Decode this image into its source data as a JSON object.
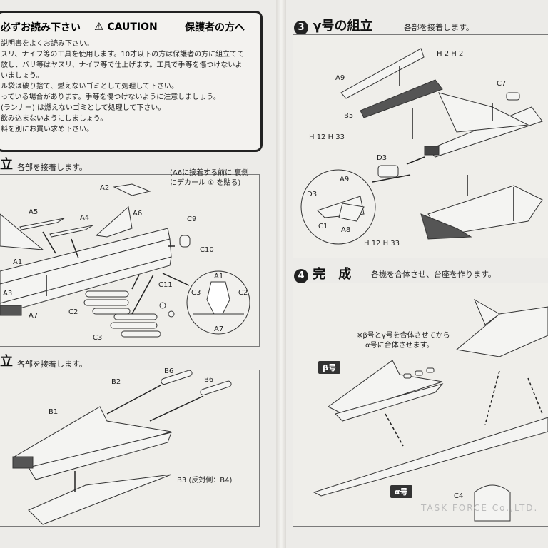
{
  "caution": {
    "heading_left": "必ずお読み下さい",
    "heading_center": "CAUTION",
    "heading_right": "保護者の方へ",
    "lines": [
      "説明書をよくお読み下さい。",
      "スリ、ナイフ等の工具を使用します。10才以下の方は保護者の方に組立てて",
      "放し、バリ等はヤスリ、ナイフ等で仕上げます。工具で手等を傷つけないよ",
      "いましょう。",
      "ル袋は破り捨て、燃えないゴミとして処理して下さい。",
      "っている場合があります。手等を傷つけないように注意しましょう。",
      "(ランナー) は燃えないゴミとして処理して下さい。",
      "飲み込まないようにしましょう。",
      "料を別にお買い求め下さい。"
    ]
  },
  "step1": {
    "title": "立",
    "subtitle": "各部を接着します。",
    "note": "(A6に接着する前に 裏側にデカール ① を貼る)",
    "labels": [
      "A2",
      "A5",
      "A4",
      "A6",
      "C9",
      "C10",
      "A1",
      "A3",
      "A7",
      "C2",
      "C11",
      "C3",
      "A1",
      "C3",
      "C2",
      "A7"
    ]
  },
  "step2": {
    "title": "立",
    "subtitle": "各部を接着します。",
    "labels": [
      "B6",
      "B6",
      "B2",
      "B1",
      "B3 (反対側：B4)"
    ]
  },
  "step3": {
    "number": "3",
    "title": "γ号の組立",
    "subtitle": "各部を接着します。",
    "h_top": "H 2 H 2",
    "h_mid": "H 12 H 33",
    "h_bot": "H 12 H 33",
    "labels": [
      "A9",
      "B5",
      "C7",
      "D3",
      "A9",
      "D3",
      "C1",
      "A8"
    ]
  },
  "step4": {
    "number": "4",
    "title": "完　成",
    "subtitle": "各機を合体させ、台座を作ります。",
    "note_line1": "※β号とγ号を合体させてから",
    "note_line2": "α号に合体させます。",
    "beta_badge": "β号",
    "alpha_badge": "α号",
    "labels": [
      "C4"
    ]
  },
  "footer": {
    "maker": "TASK FORCE Co.,LTD."
  }
}
